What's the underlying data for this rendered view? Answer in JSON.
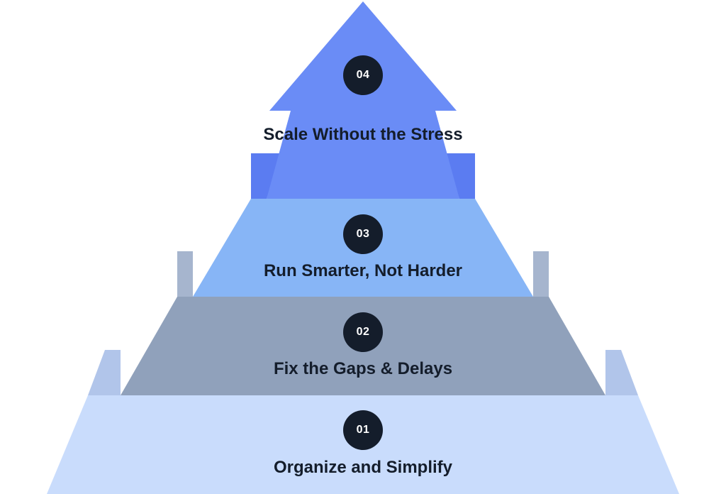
{
  "diagram": {
    "type": "stepped-pyramid-arrow",
    "tiers": [
      {
        "number": "01",
        "label": "Organize and Simplify",
        "face_color": "#c9dcfc",
        "side_color": "#b1c5ea"
      },
      {
        "number": "02",
        "label": "Fix the Gaps & Delays",
        "face_color": "#90a1bb",
        "side_color": "#a6b5ce"
      },
      {
        "number": "03",
        "label": "Run Smarter, Not Harder",
        "face_color": "#87b5f6",
        "side_color": "#7aa3e0"
      },
      {
        "number": "04",
        "label": "Scale Without the Stress",
        "face_color": "#6a8cf6",
        "side_color": "#5b7cf1"
      }
    ],
    "badge_color": "#141d2b",
    "text_color": "#141d2b"
  }
}
